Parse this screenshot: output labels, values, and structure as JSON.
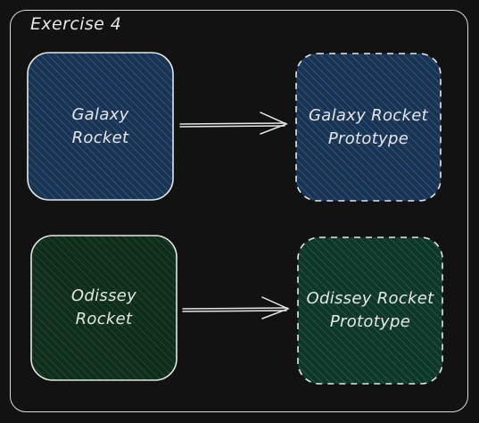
{
  "frame": {
    "title": "Exercise 4"
  },
  "nodes": {
    "galaxy_rocket": {
      "label": "Galaxy\nRocket",
      "fill": "#1e3a5a",
      "stroke": "#e6e6e6",
      "border_style": "solid"
    },
    "galaxy_prototype": {
      "label": "Galaxy Rocket\nPrototype",
      "fill": "#1e3a5a",
      "stroke": "#e6e6e6",
      "border_style": "dashed"
    },
    "odissey_rocket": {
      "label": "Odissey\nRocket",
      "fill": "#143520",
      "stroke": "#e6e6e6",
      "border_style": "solid"
    },
    "odissey_prototype": {
      "label": "Odissey Rocket\nPrototype",
      "fill": "#12402e",
      "stroke": "#e6e6e6",
      "border_style": "dashed"
    }
  },
  "edges": [
    {
      "from": "galaxy_rocket",
      "to": "galaxy_prototype"
    },
    {
      "from": "odissey_rocket",
      "to": "odissey_prototype"
    }
  ],
  "colors": {
    "background": "#121212",
    "frame_border": "#d9d9d9",
    "text": "#e6e6e6"
  }
}
